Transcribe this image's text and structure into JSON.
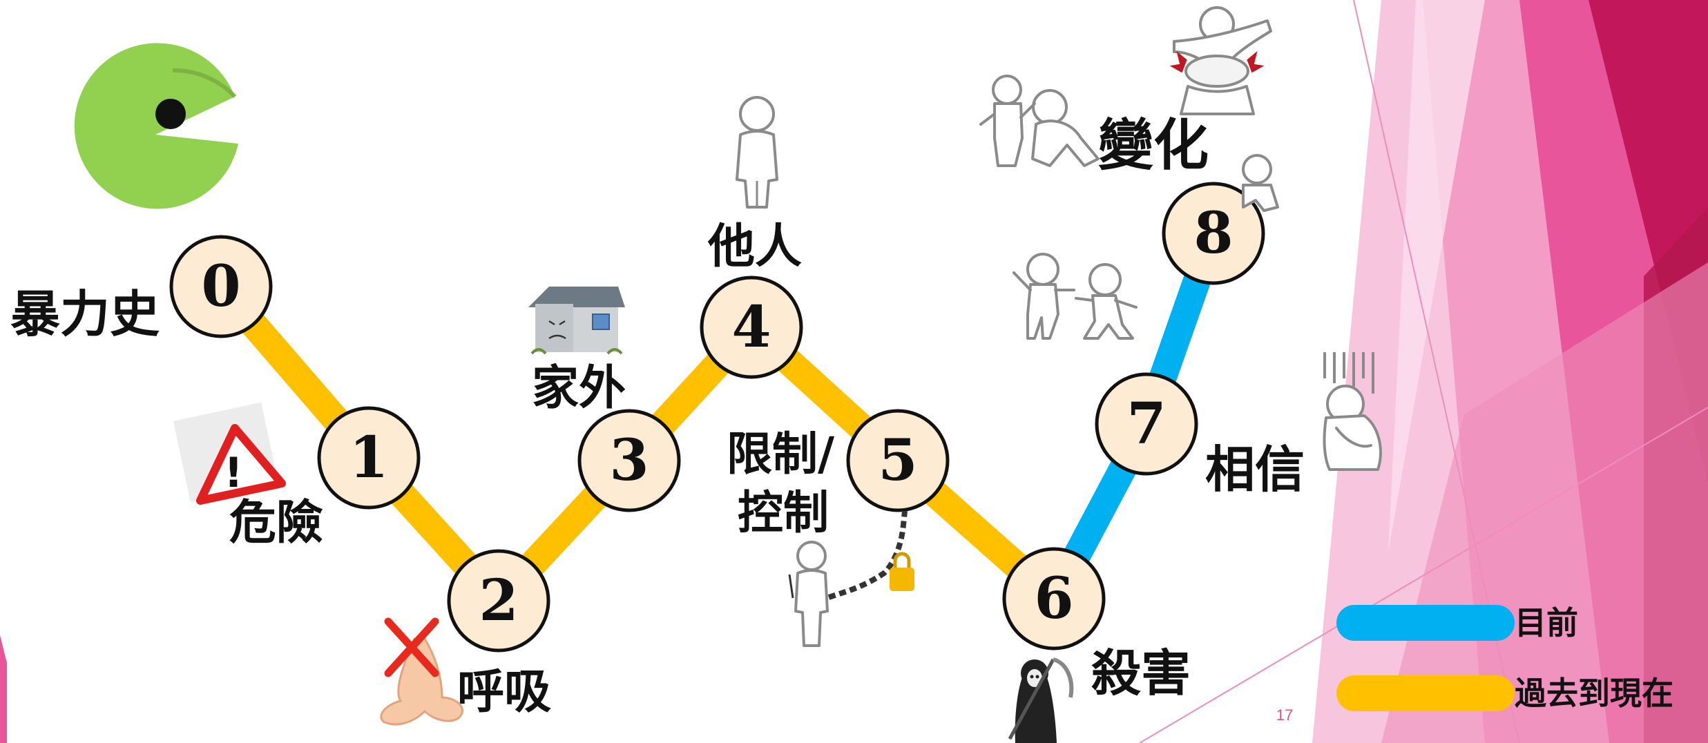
{
  "labels": {
    "violence_history": "暴力史",
    "danger": "危險",
    "breathing": "呼吸",
    "outside_home": "家外",
    "others": "他人",
    "restrict_line1": "限制/",
    "restrict_line2": "控制",
    "murder": "殺害",
    "belief": "相信",
    "change": "變化"
  },
  "nodes": [
    "0",
    "1",
    "2",
    "3",
    "4",
    "5",
    "6",
    "7",
    "8"
  ],
  "legend": {
    "current": "目前",
    "past_to_present": "過去到現在"
  },
  "page_number": "17",
  "colors": {
    "path_past": "#FFC000",
    "path_current": "#00B0F0",
    "node_fill": "#FDEBD3",
    "pacman": "#92D050",
    "pink_dark": "#C2185B",
    "pink_light": "#F5A9CE"
  },
  "icons": [
    "pacman-icon",
    "warning-icon",
    "no-nose-icon",
    "sad-house-icon",
    "person-icon",
    "chained-person-icon",
    "grim-reaper-icon",
    "fighting-people-icon",
    "hugging-people-icon",
    "sad-sitting-person-icon"
  ]
}
